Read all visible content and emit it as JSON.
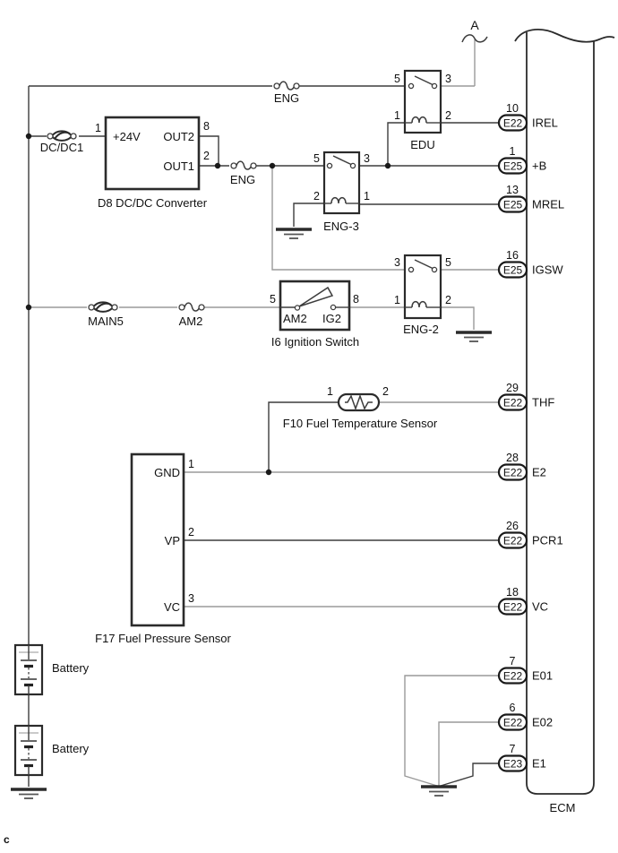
{
  "page_note": "c",
  "offpage": {
    "label": "A"
  },
  "ecm": {
    "name": "ECM"
  },
  "terminals": [
    {
      "pin": "10",
      "connector": "E22",
      "signal": "IREL"
    },
    {
      "pin": "1",
      "connector": "E25",
      "signal": "+B"
    },
    {
      "pin": "13",
      "connector": "E25",
      "signal": "MREL"
    },
    {
      "pin": "16",
      "connector": "E25",
      "signal": "IGSW"
    },
    {
      "pin": "29",
      "connector": "E22",
      "signal": "THF"
    },
    {
      "pin": "28",
      "connector": "E22",
      "signal": "E2"
    },
    {
      "pin": "26",
      "connector": "E22",
      "signal": "PCR1"
    },
    {
      "pin": "18",
      "connector": "E22",
      "signal": "VC"
    },
    {
      "pin": "7",
      "connector": "E22",
      "signal": "E01"
    },
    {
      "pin": "6",
      "connector": "E22",
      "signal": "E02"
    },
    {
      "pin": "7",
      "connector": "E23",
      "signal": "E1"
    }
  ],
  "fuses": {
    "eng_top": "ENG",
    "eng_mid": "ENG",
    "dcdc1": "DC/DC1",
    "main5": "MAIN5",
    "am2": "AM2"
  },
  "converter": {
    "name": "D8 DC/DC Converter",
    "pin_in": "1",
    "in_label": "+24V",
    "out2_label": "OUT2",
    "out2_pin": "8",
    "out1_label": "OUT1",
    "out1_pin": "2"
  },
  "relays": {
    "edu": {
      "name": "EDU",
      "sw_l": "5",
      "sw_r": "3",
      "coil_l": "1",
      "coil_r": "2"
    },
    "eng3": {
      "name": "ENG-3",
      "sw_l": "5",
      "sw_r": "3",
      "coil_l": "2",
      "coil_r": "1"
    },
    "eng2": {
      "name": "ENG-2",
      "sw_l": "3",
      "sw_r": "5",
      "coil_l": "1",
      "coil_r": "2"
    }
  },
  "ignition_switch": {
    "name": "I6 Ignition Switch",
    "pin_l": "5",
    "pin_r": "8",
    "contact_l": "AM2",
    "contact_r": "IG2"
  },
  "fuel_temp_sensor": {
    "name": "F10 Fuel Temperature Sensor",
    "pin_l": "1",
    "pin_r": "2"
  },
  "fuel_pressure_sensor": {
    "name": "F17 Fuel Pressure Sensor",
    "pin1": "1",
    "pin1_label": "GND",
    "pin2": "2",
    "pin2_label": "VP",
    "pin3": "3",
    "pin3_label": "VC"
  },
  "battery_top": {
    "label": "Battery"
  },
  "battery_bottom": {
    "label": "Battery"
  },
  "colors": {
    "line": "#3d3d3d",
    "line_light": "#9a9a9a",
    "text": "#111111",
    "background": "#ffffff"
  }
}
